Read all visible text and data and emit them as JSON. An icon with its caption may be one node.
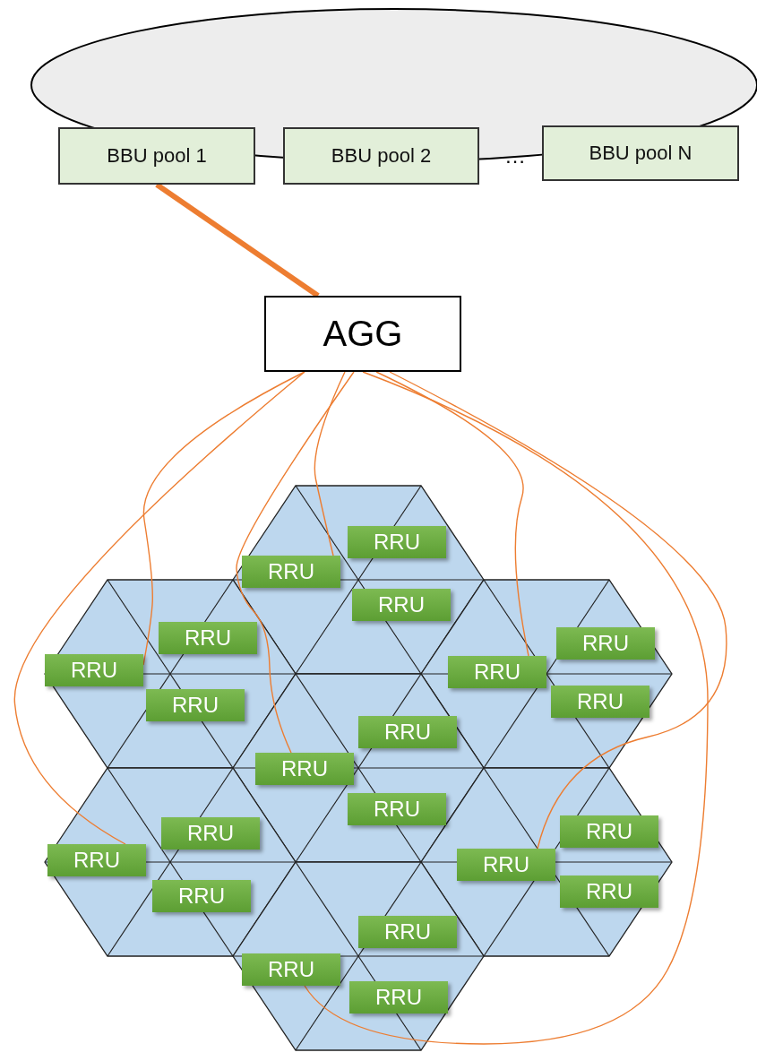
{
  "diagram": {
    "nodes": [
      {
        "text": [],
        "shape": "ellipse"
      },
      {
        "text": [
          "BBU pool 1"
        ]
      },
      {
        "text": [
          "BBU pool 2"
        ]
      },
      {
        "text": [
          "BBU pool N"
        ]
      },
      {
        "text": [
          "AGG"
        ]
      },
      {
        "text": [
          "RRU"
        ]
      },
      {
        "text": [
          "RRU"
        ]
      },
      {
        "text": [
          "RRU"
        ]
      },
      {
        "text": [
          "RRU"
        ]
      },
      {
        "text": [
          "RRU"
        ]
      },
      {
        "text": [
          "RRU"
        ]
      },
      {
        "text": [
          "RRU"
        ]
      },
      {
        "text": [
          "RRU"
        ]
      },
      {
        "text": [
          "RRU"
        ]
      },
      {
        "text": [
          "RRU"
        ]
      },
      {
        "text": [
          "RRU"
        ]
      },
      {
        "text": [
          "RRU"
        ]
      },
      {
        "text": [
          "RRU"
        ]
      },
      {
        "text": [
          "RRU"
        ]
      },
      {
        "text": [
          "RRU"
        ]
      },
      {
        "text": [
          "RRU"
        ]
      },
      {
        "text": [
          "RRU"
        ]
      },
      {
        "text": [
          "RRU"
        ]
      },
      {
        "text": [
          "RRU"
        ]
      },
      {
        "text": [
          "RRU"
        ]
      },
      {
        "text": [
          "RRU"
        ]
      }
    ],
    "edges": [
      {
        "from": 1,
        "to": 4,
        "arrow": "none",
        "style": "thick"
      },
      {
        "from": 4,
        "to": 6,
        "arrow": "none"
      },
      {
        "from": 4,
        "to": 10,
        "arrow": "none"
      },
      {
        "from": 4,
        "to": 11,
        "arrow": "none"
      },
      {
        "from": 4,
        "to": 15,
        "arrow": "none"
      },
      {
        "from": 4,
        "to": 19,
        "arrow": "none"
      },
      {
        "from": 4,
        "to": 20,
        "arrow": "none"
      },
      {
        "from": 4,
        "to": 24,
        "arrow": "none"
      }
    ],
    "labels": [
      "…"
    ]
  }
}
